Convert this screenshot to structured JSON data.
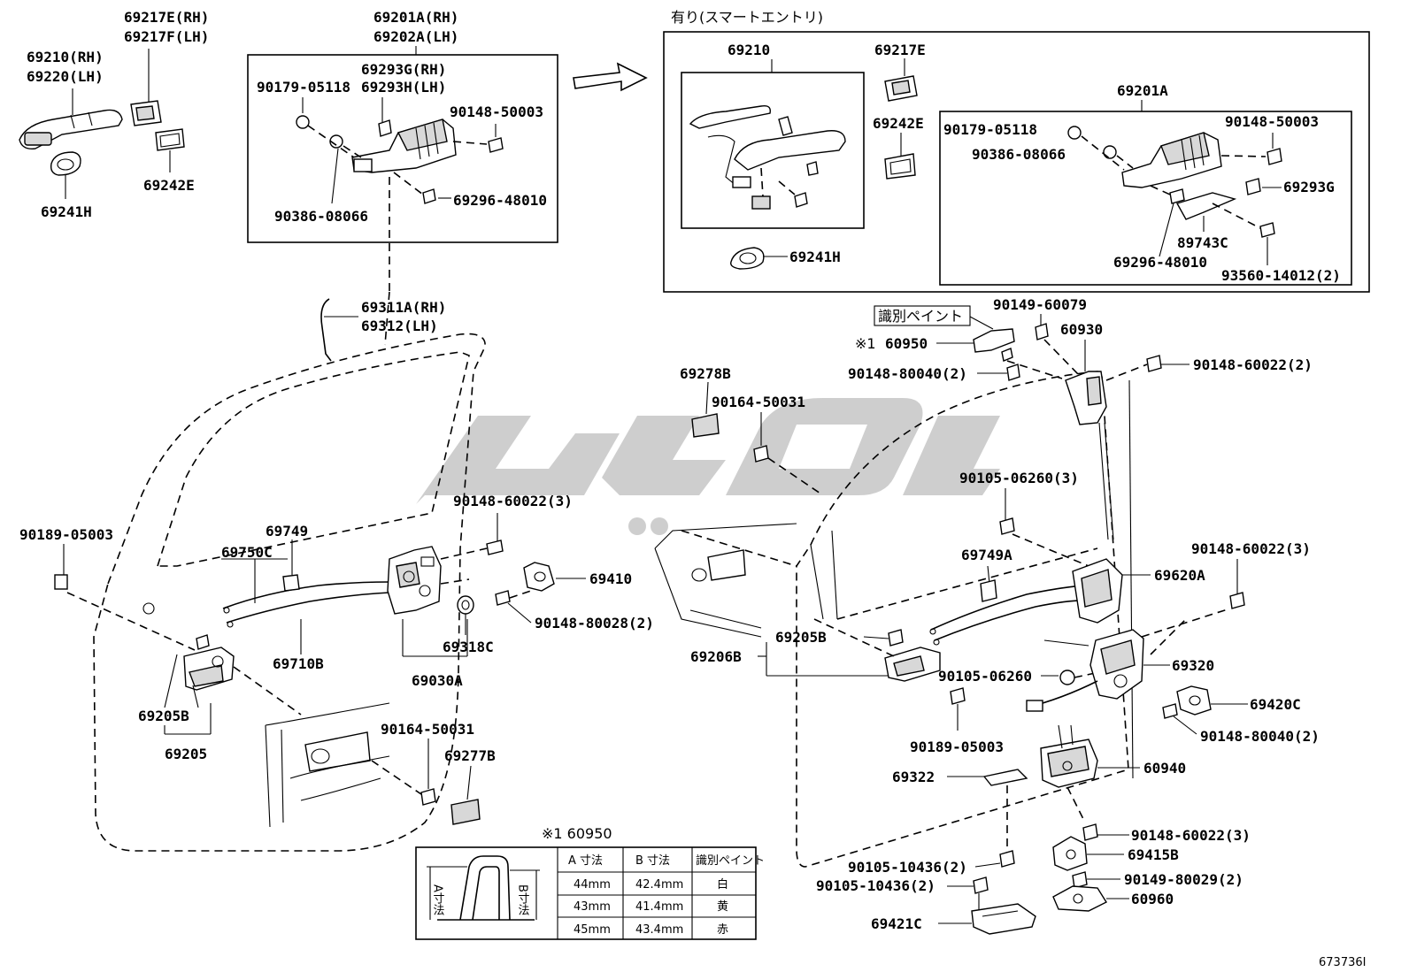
{
  "top_left": {
    "handle_rh": "69210(RH)",
    "handle_lh": "69220(LH)",
    "cover_rh": "69217E(RH)",
    "cover_lh": "69217F(LH)",
    "pad": "69242E",
    "gasket": "69241H"
  },
  "frame_group": {
    "title_rh": "69201A(RH)",
    "title_lh": "69202A(LH)",
    "sub_rh": "69293G(RH)",
    "sub_lh": "69293H(LH)",
    "bolt1": "90179-05118",
    "bolt2": "90148-50003",
    "nut": "90386-08066",
    "screw": "69296-48010"
  },
  "smart_entry": {
    "heading": "有り(スマートエントリ)",
    "handle": "69210",
    "cover": "69217E",
    "pad": "69242E",
    "gasket": "69241H",
    "frame": "69201A",
    "bolt1": "90179-05118",
    "bolt2": "90148-50003",
    "nut": "90386-08066",
    "sub": "69293G",
    "bracket": "89743C",
    "screw": "69296-48010",
    "screw2": "93560-14012(2)"
  },
  "left_door": {
    "rod_rh": "69311A(RH)",
    "rod_lh": "69312(LH)",
    "clip": "90189-05003",
    "cable_clamp": "69749",
    "cable1": "69750C",
    "cable2": "69710B",
    "lock_bolt": "90148-60022(3)",
    "striker": "69410",
    "striker_screw": "90148-80028(2)",
    "spacer": "69318C",
    "lock_assy": "69030A",
    "inside_handle_b": "69205B",
    "inside_handle": "69205",
    "pad_screw": "90164-50031",
    "pad": "69277B"
  },
  "right_door": {
    "paint_mark": "識別ペイント",
    "check_mark": "※1",
    "check_part": "60950",
    "bolt_a": "90149-60079",
    "hinge": "60930",
    "bolt_b": "90148-80040(2)",
    "bolt_c": "90148-60022(2)",
    "pad": "69278B",
    "pad_screw": "90164-50031",
    "bolt_d": "90105-06260(3)",
    "clamp": "69749A",
    "bolt_e": "90148-60022(3)",
    "actuator": "69620A",
    "inside_handle_b": "69205B",
    "inside_handle": "69206B",
    "bolt_f": "90105-06260",
    "lock": "69320",
    "clip": "90189-05003",
    "striker": "69420C",
    "striker_bolt": "90148-80040(2)",
    "lower_plate": "69322",
    "lower_hinge": "60940",
    "bolt_g": "90148-60022(3)",
    "bolt_h": "90105-10436(2)",
    "stopper": "69415B",
    "bolt_i": "90105-10436(2)",
    "bolt_j": "90149-80029(2)",
    "bracket": "60960",
    "bottom_bracket": "69421C"
  },
  "table": {
    "caption": "※1 60950",
    "headers": [
      "A 寸法",
      "B 寸法",
      "識別ペイント"
    ],
    "rows": [
      [
        "44mm",
        "42.4mm",
        "白"
      ],
      [
        "43mm",
        "41.4mm",
        "黄"
      ],
      [
        "45mm",
        "43.4mm",
        "赤"
      ]
    ],
    "dim_a": "A寸法",
    "dim_b": "B寸法"
  },
  "footer_code": "673736I"
}
